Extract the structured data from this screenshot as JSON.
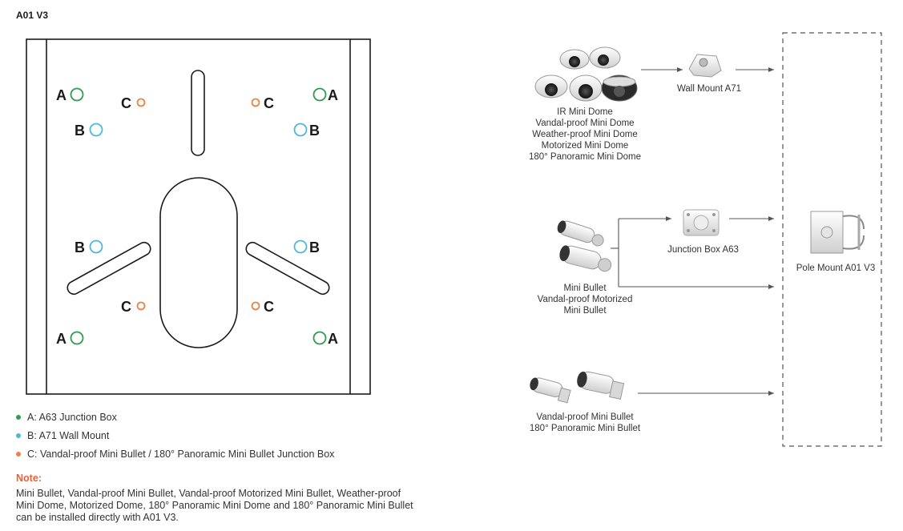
{
  "title": "A01 V3",
  "plate_labels": {
    "a": "A",
    "b": "B",
    "c": "C"
  },
  "legend": [
    {
      "text": "A: A63 Junction Box",
      "color": "#2e9e4a"
    },
    {
      "text": "B: A71 Wall Mount",
      "color": "#4fb8d8"
    },
    {
      "text": "C: Vandal-proof Mini Bullet / 180° Panoramic Mini Bullet Junction Box",
      "color": "#e8834a"
    }
  ],
  "note": {
    "title": "Note:",
    "text": "Mini Bullet, Vandal-proof Mini Bullet, Vandal-proof Motorized Mini Bullet, Weather-proof Mini Dome, Motorized Dome, 180° Panoramic Mini Dome and 180° Panoramic Mini Bullet can be installed directly with A01 V3."
  },
  "groups": {
    "domes": [
      "IR Mini Dome",
      "Vandal-proof Mini Dome",
      "Weather-proof Mini Dome",
      "Motorized Mini Dome",
      "180° Panoramic Mini Dome"
    ],
    "bullets": [
      "Mini Bullet",
      "Vandal-proof Motorized",
      "Mini Bullet"
    ],
    "vandal_bullets": [
      "Vandal-proof Mini Bullet",
      "180° Panoramic Mini Bullet"
    ]
  },
  "accessories": {
    "wall_mount": "Wall Mount A71",
    "junction_box": "Junction Box A63",
    "pole_mount": "Pole Mount A01 V3"
  },
  "colors": {
    "a": "#2e9e4a",
    "b": "#4fb8d8",
    "c": "#e8834a",
    "note": "#e8603a",
    "line": "#555555"
  }
}
